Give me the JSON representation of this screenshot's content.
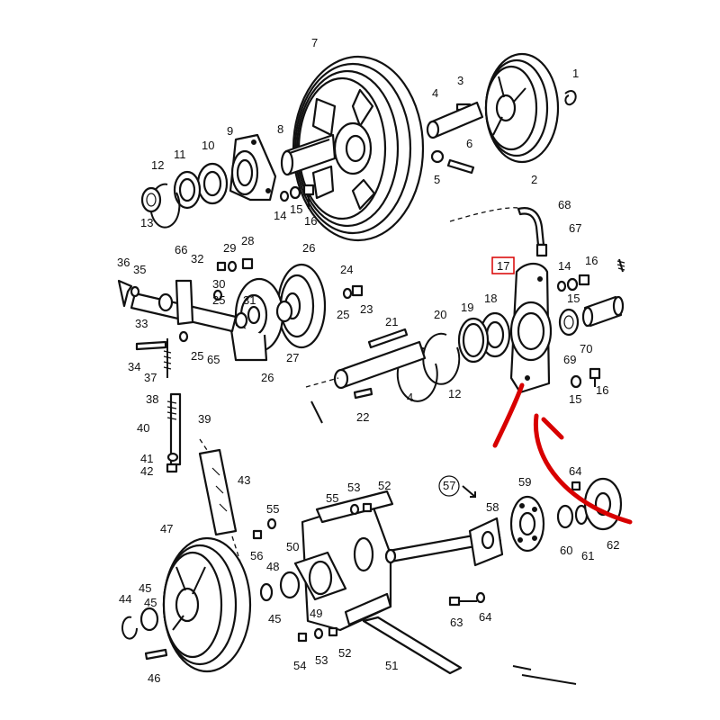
{
  "diagram": {
    "highlight_color": "#d80000",
    "highlighted_part": "17",
    "labels": {
      "p1": "1",
      "p2": "2",
      "p3": "3",
      "p4a": "4",
      "p4b": "4",
      "p5": "5",
      "p6": "6",
      "p7": "7",
      "p8": "8",
      "p9": "9",
      "p10": "10",
      "p11": "11",
      "p12a": "12",
      "p12b": "12",
      "p13": "13",
      "p14a": "14",
      "p14b": "14",
      "p15a": "15",
      "p15b": "15",
      "p15c": "15",
      "p16a": "16",
      "p16b": "16",
      "p16c": "16",
      "p17": "17",
      "p18": "18",
      "p19": "19",
      "p20": "20",
      "p21": "21",
      "p22": "22",
      "p23": "23",
      "p24": "24",
      "p25a": "25",
      "p25b": "25",
      "p25c": "25",
      "p26a": "26",
      "p26b": "26",
      "p27": "27",
      "p28": "28",
      "p29": "29",
      "p30": "30",
      "p31": "31",
      "p32": "32",
      "p33": "33",
      "p34": "34",
      "p35": "35",
      "p36": "36",
      "p37": "37",
      "p38": "38",
      "p39": "39",
      "p40": "40",
      "p41": "41",
      "p42": "42",
      "p43": "43",
      "p44": "44",
      "p45a": "45",
      "p45b": "45",
      "p45c": "45",
      "p46": "46",
      "p47": "47",
      "p48": "48",
      "p49": "49",
      "p50": "50",
      "p51": "51",
      "p52a": "52",
      "p52b": "52",
      "p53a": "53",
      "p53b": "53",
      "p54": "54",
      "p55a": "55",
      "p55b": "55",
      "p56": "56",
      "p57": "57",
      "p58": "58",
      "p59": "59",
      "p60": "60",
      "p61": "61",
      "p62": "62",
      "p63": "63",
      "p64a": "64",
      "p64b": "64",
      "p65": "65",
      "p66": "66",
      "p67": "67",
      "p68": "68",
      "p69": "69",
      "p70": "70"
    }
  }
}
